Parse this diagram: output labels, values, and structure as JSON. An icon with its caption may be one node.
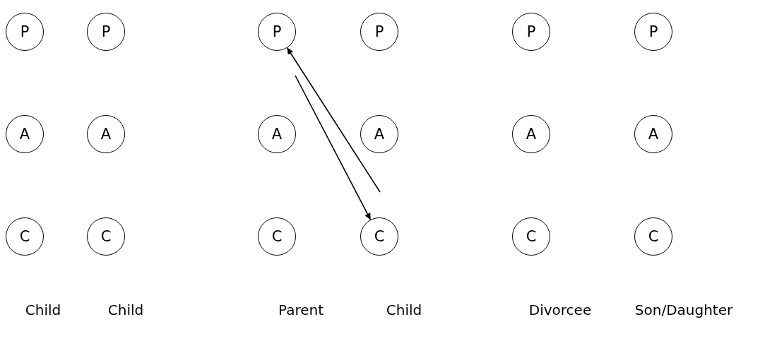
{
  "diagram": {
    "nodes": [
      {
        "text": [
          "P"
        ]
      },
      {
        "text": [
          "P"
        ]
      },
      {
        "text": [
          "P"
        ]
      },
      {
        "text": [
          "P"
        ]
      },
      {
        "text": [
          "P"
        ]
      },
      {
        "text": [
          "P"
        ]
      },
      {
        "text": [
          "A"
        ]
      },
      {
        "text": [
          "A"
        ]
      },
      {
        "text": [
          "A"
        ]
      },
      {
        "text": [
          "A"
        ]
      },
      {
        "text": [
          "A"
        ]
      },
      {
        "text": [
          "A"
        ]
      },
      {
        "text": [
          "C"
        ]
      },
      {
        "text": [
          "C"
        ]
      },
      {
        "text": [
          "C"
        ]
      },
      {
        "text": [
          "C"
        ]
      },
      {
        "text": [
          "C"
        ]
      },
      {
        "text": [
          "C"
        ]
      }
    ],
    "edges": [
      {
        "from": null,
        "to": 15,
        "arrow": "to"
      },
      {
        "from": null,
        "to": 2,
        "arrow": "to"
      }
    ],
    "labels": [
      "Child",
      "Child",
      "Parent",
      "Child",
      "Divorcee",
      "Son/Daughter"
    ]
  }
}
